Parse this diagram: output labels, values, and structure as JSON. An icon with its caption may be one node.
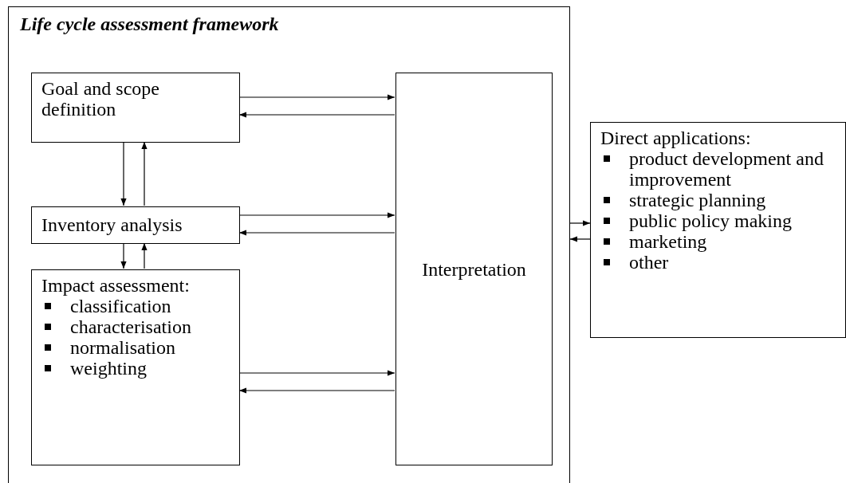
{
  "diagram": {
    "nodes": [
      {
        "text": [
          "Life cycle assessment framework"
        ]
      },
      {
        "text": [
          "Goal and scope definition"
        ],
        "in": 0
      },
      {
        "text": [
          "Inventory analysis"
        ],
        "in": 0
      },
      {
        "text": [
          "Impact assessment:",
          "classification",
          "characterisation",
          "normalisation",
          "weighting"
        ],
        "in": 0
      },
      {
        "text": [
          "Interpretation"
        ],
        "in": 0
      },
      {
        "text": [
          "Direct applications:",
          "product development and improvement",
          "strategic planning",
          "public policy making",
          "marketing",
          "other"
        ]
      }
    ],
    "edges": [
      {
        "from": 1,
        "to": 4,
        "arrow": "to"
      },
      {
        "from": 4,
        "to": 1,
        "arrow": "to"
      },
      {
        "from": 2,
        "to": 4,
        "arrow": "to"
      },
      {
        "from": 4,
        "to": 2,
        "arrow": "to"
      },
      {
        "from": 3,
        "to": 4,
        "arrow": "to"
      },
      {
        "from": 4,
        "to": 3,
        "arrow": "to"
      },
      {
        "from": 1,
        "to": 2,
        "arrow": "to"
      },
      {
        "from": 2,
        "to": 1,
        "arrow": "to"
      },
      {
        "from": 2,
        "to": 3,
        "arrow": "to"
      },
      {
        "from": 3,
        "to": 2,
        "arrow": "to"
      },
      {
        "from": 0,
        "to": 5,
        "arrow": "to"
      },
      {
        "from": 5,
        "to": 0,
        "arrow": "to"
      }
    ]
  }
}
